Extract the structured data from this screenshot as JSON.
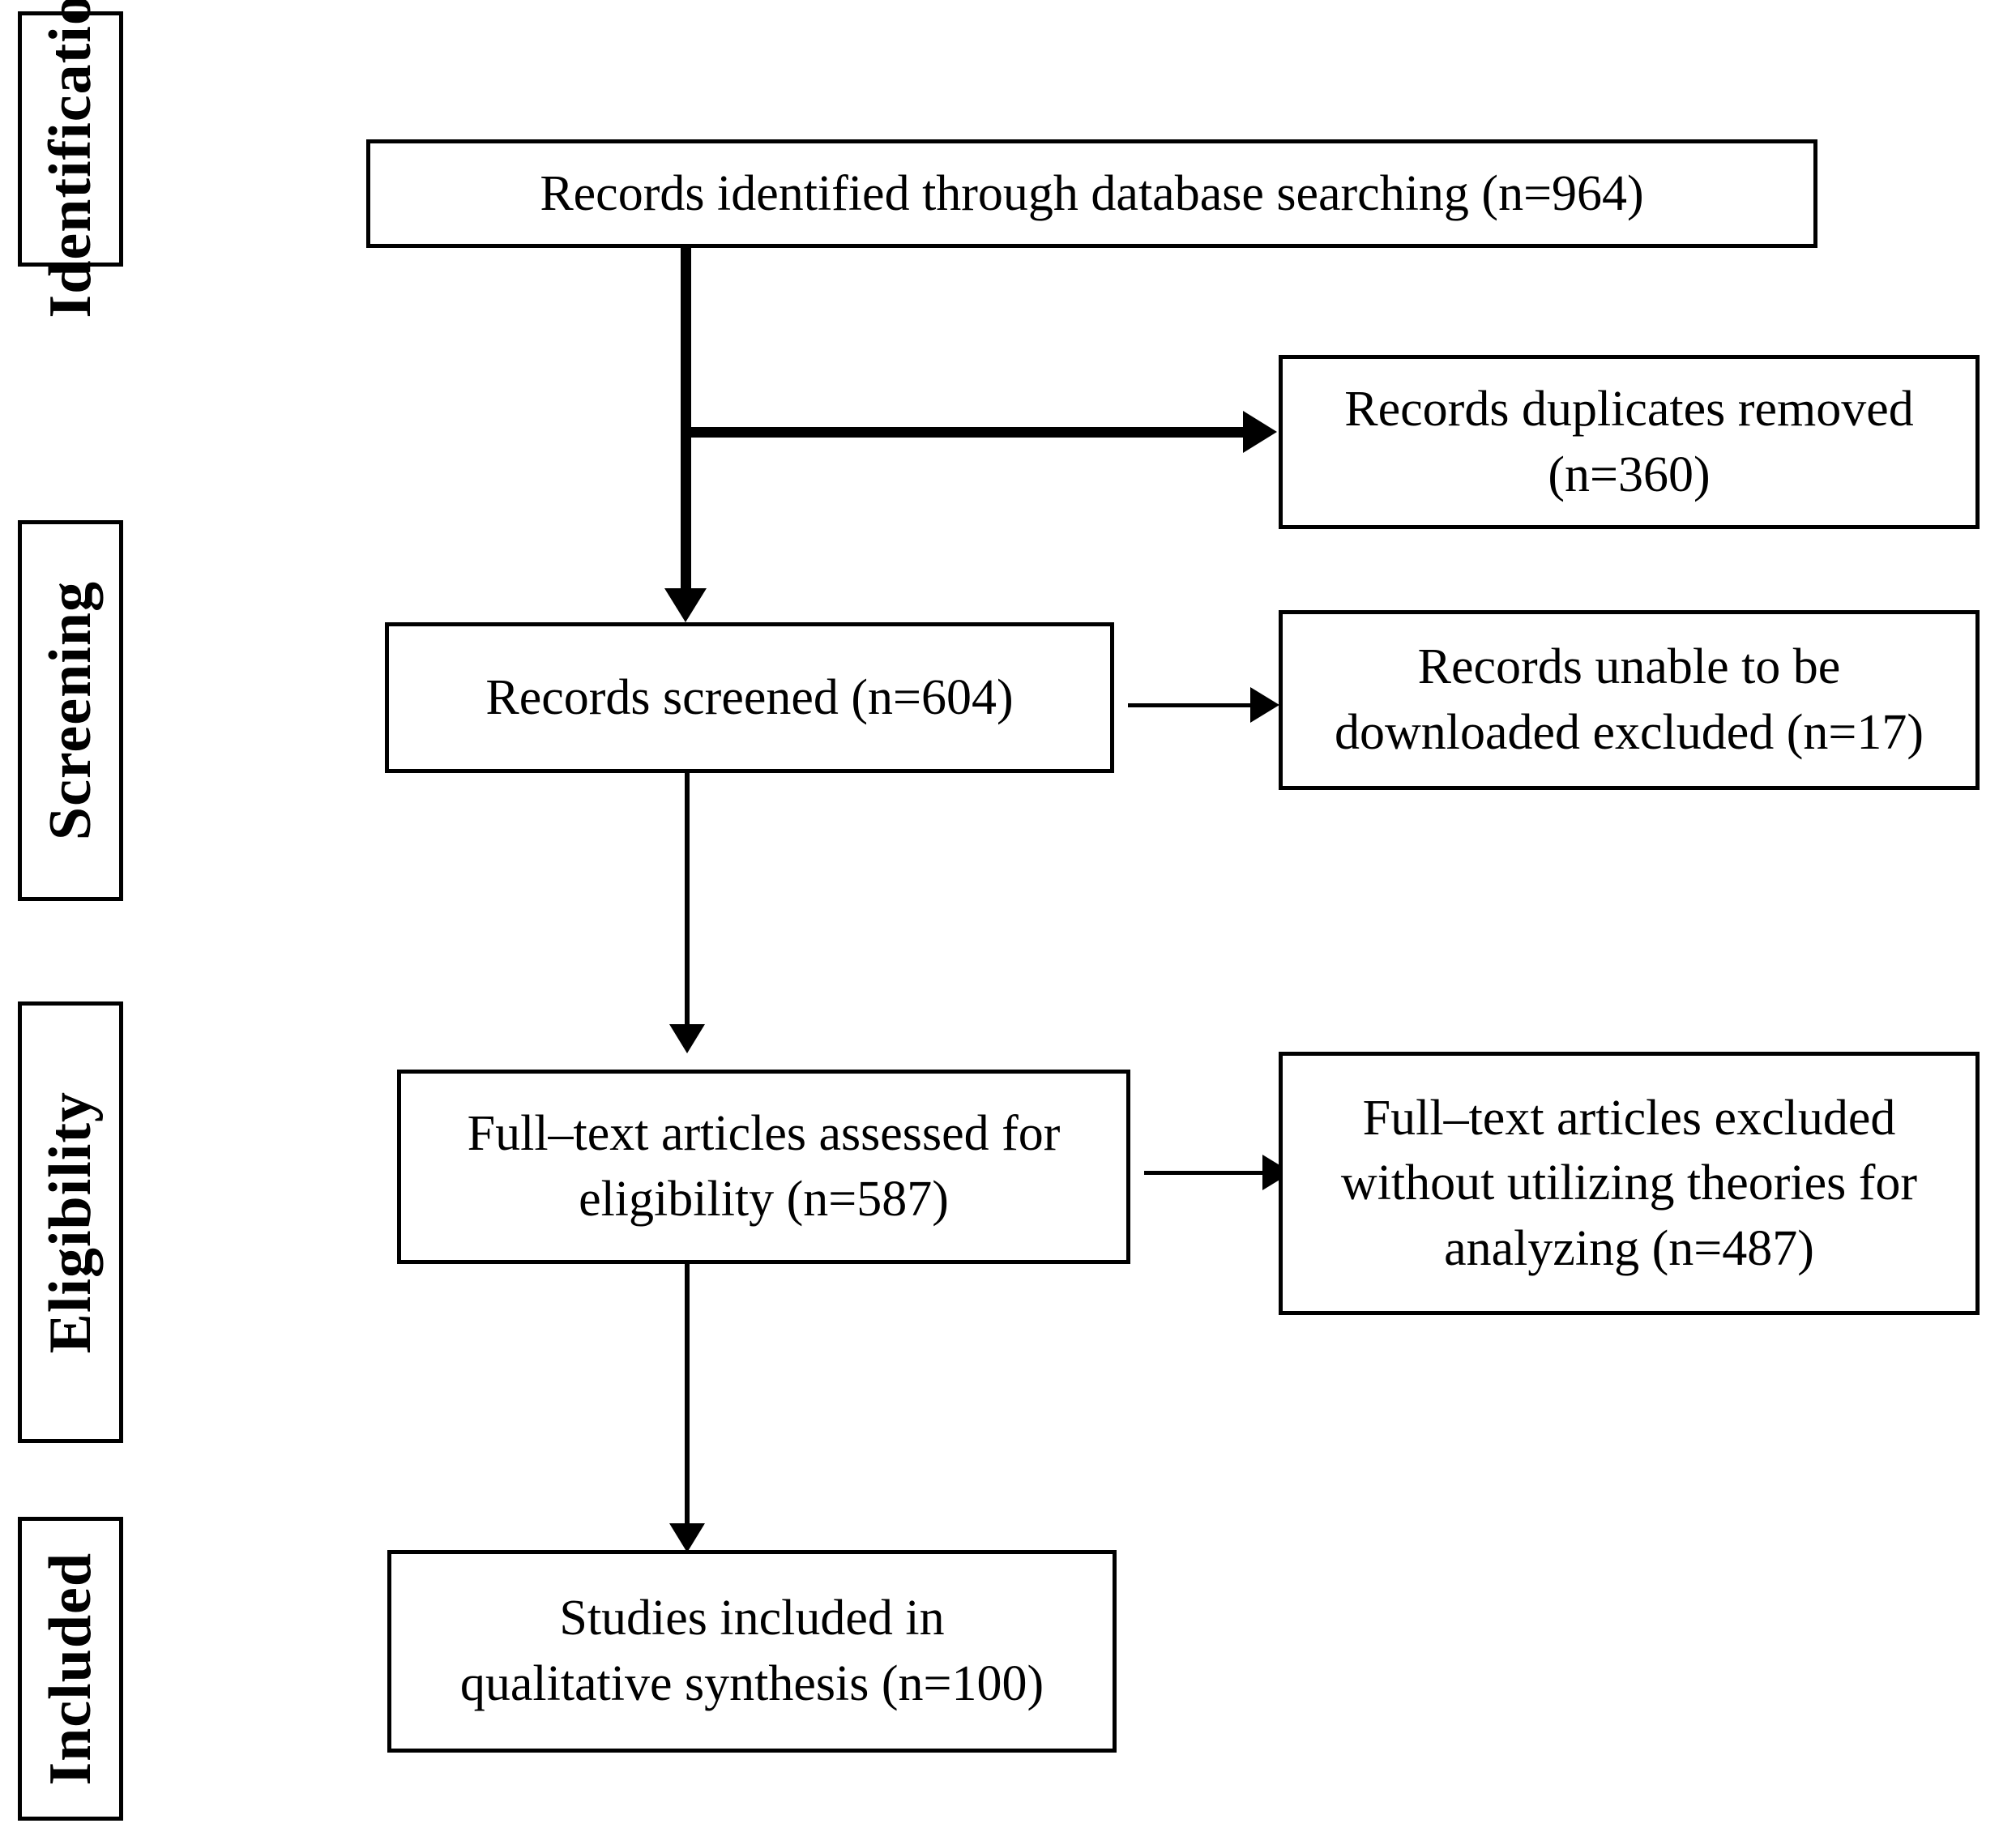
{
  "diagram": {
    "type": "prisma-flow-diagram",
    "stages": [
      {
        "id": "identification",
        "label": "Identification"
      },
      {
        "id": "screening",
        "label": "Screening"
      },
      {
        "id": "eligibility",
        "label": "Eligibility"
      },
      {
        "id": "included",
        "label": "Included"
      }
    ],
    "nodes": {
      "identified": {
        "text": "Records identified through database searching (n=964)",
        "count": 964
      },
      "duplicates": {
        "text": "Records duplicates removed\n(n=360)",
        "count": 360
      },
      "screened": {
        "text": "Records screened (n=604)",
        "count": 604
      },
      "not_downloaded": {
        "text": "Records unable to be\ndownloaded excluded (n=17)",
        "count": 17
      },
      "fulltext": {
        "text": "Full–text articles assessed for\neligibility (n=587)",
        "count": 587
      },
      "fulltext_excl": {
        "text": "Full–text articles excluded\nwithout utilizing theories for\nanalyzing (n=487)",
        "count": 487
      },
      "included": {
        "text": "Studies included in\nqualitative synthesis (n=100)",
        "count": 100
      }
    },
    "edges": [
      {
        "from": "identified",
        "to": "duplicates",
        "direction": "right",
        "style": "thick"
      },
      {
        "from": "identified",
        "to": "screened",
        "direction": "down",
        "style": "thick"
      },
      {
        "from": "screened",
        "to": "not_downloaded",
        "direction": "right",
        "style": "thin"
      },
      {
        "from": "screened",
        "to": "fulltext",
        "direction": "down",
        "style": "thin"
      },
      {
        "from": "fulltext",
        "to": "fulltext_excl",
        "direction": "right",
        "style": "thin"
      },
      {
        "from": "fulltext",
        "to": "included",
        "direction": "down",
        "style": "thin"
      }
    ],
    "colors": {
      "stroke": "#000000",
      "background": "#ffffff",
      "text": "#000000"
    }
  }
}
